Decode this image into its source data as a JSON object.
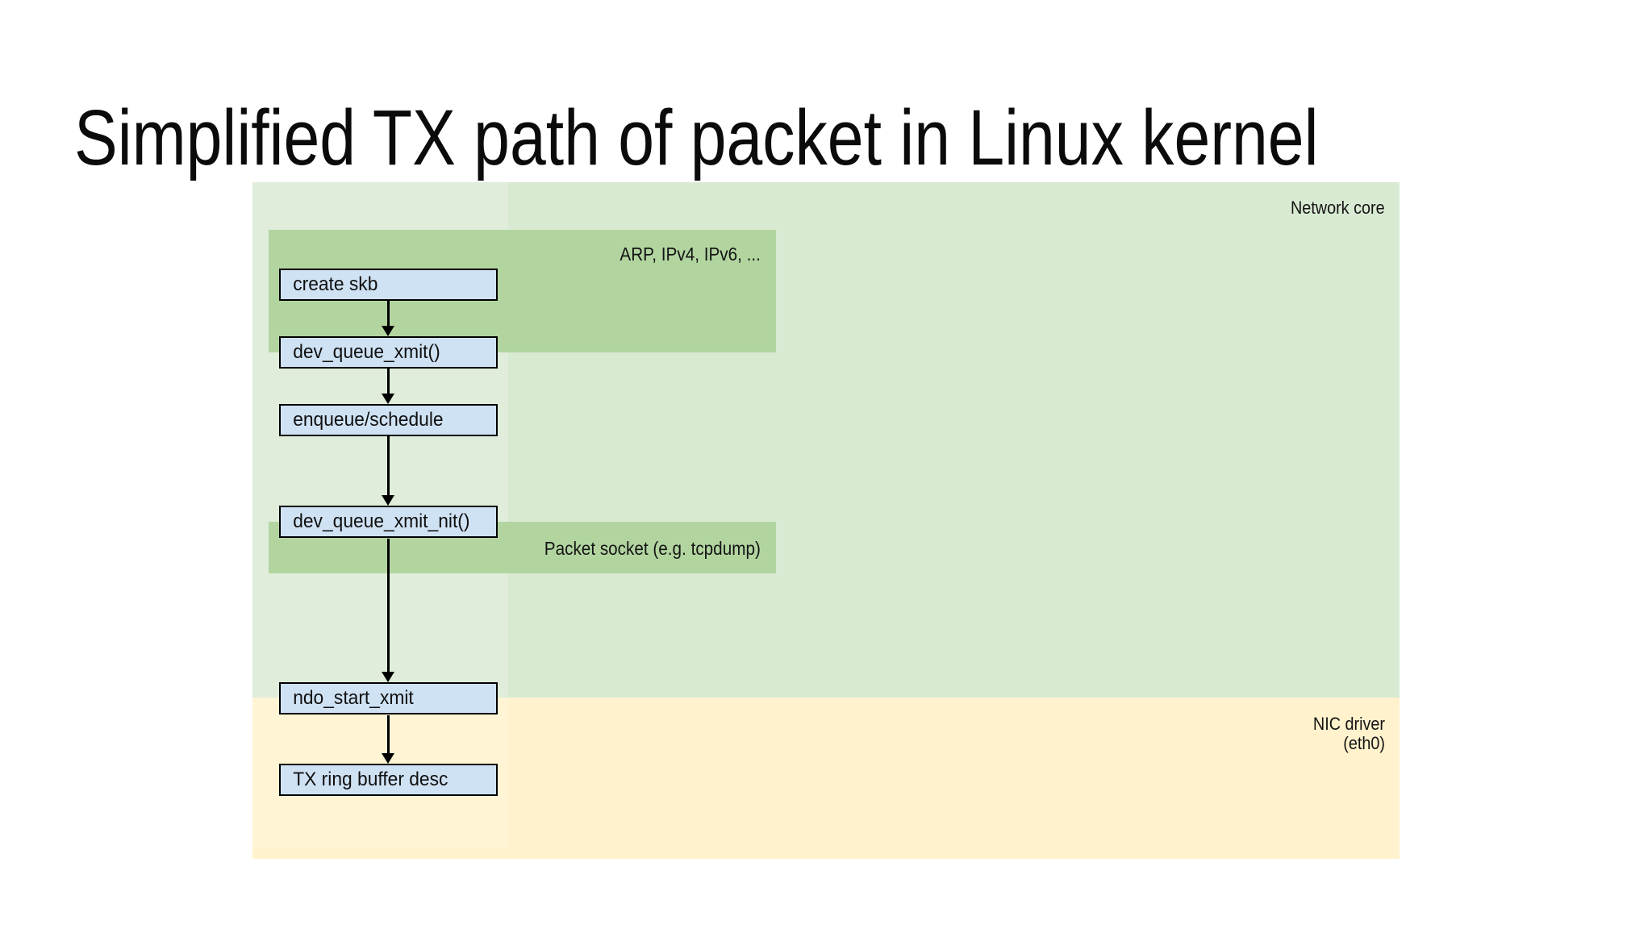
{
  "slide": {
    "title": "Simplified TX path of packet in Linux kernel",
    "background_color": "#ffffff"
  },
  "regions": {
    "network_core": {
      "label": "Network core",
      "color": "#d9ead3"
    },
    "nic_driver": {
      "label": "NIC driver",
      "sublabel": "(eth0)",
      "color": "#fff2cc"
    },
    "protocols": {
      "label": "ARP, IPv4, IPv6, ...",
      "color": "#b2d5a0"
    },
    "packet_socket": {
      "label": "Packet socket (e.g. tcpdump)",
      "color": "#b2d5a0"
    }
  },
  "node_style": {
    "fill": "#cfe2f3",
    "border_color": "#000000"
  },
  "nodes": [
    {
      "id": "create-skb",
      "label": "create skb"
    },
    {
      "id": "dev-queue-xmit",
      "label": "dev_queue_xmit()"
    },
    {
      "id": "enqueue-schedule",
      "label": "enqueue/schedule"
    },
    {
      "id": "dev-queue-xmit-nit",
      "label": "dev_queue_xmit_nit()"
    },
    {
      "id": "ndo-start-xmit",
      "label": "ndo_start_xmit"
    },
    {
      "id": "tx-ring-buffer-desc",
      "label": "TX ring buffer desc"
    }
  ],
  "edges": [
    {
      "from": "create-skb",
      "to": "dev-queue-xmit"
    },
    {
      "from": "dev-queue-xmit",
      "to": "enqueue-schedule"
    },
    {
      "from": "enqueue-schedule",
      "to": "dev-queue-xmit-nit"
    },
    {
      "from": "dev-queue-xmit-nit",
      "to": "ndo-start-xmit"
    },
    {
      "from": "ndo-start-xmit",
      "to": "tx-ring-buffer-desc"
    }
  ]
}
